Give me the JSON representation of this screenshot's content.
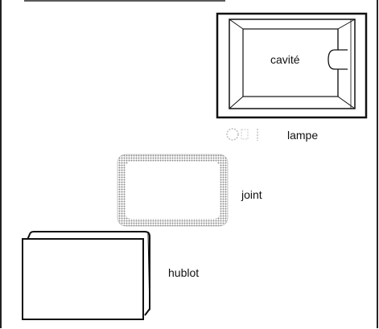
{
  "labels": {
    "cavity": "cavité",
    "lamp": "lampe",
    "seal": "joint",
    "porthole": "hublot"
  }
}
